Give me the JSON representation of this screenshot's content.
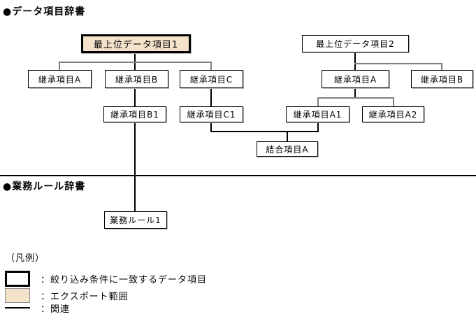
{
  "sections": {
    "data_item_dictionary_title": "●データ項目辞書",
    "business_rule_dictionary_title": "●業務ルール辞書"
  },
  "diagram": {
    "nodes": {
      "top1": "最上位データ項目1",
      "left_inherit_a": "継承項目A",
      "left_inherit_b": "継承項目B",
      "left_inherit_c": "継承項目C",
      "left_inherit_b1": "継承項目B1",
      "left_inherit_c1": "継承項目C1",
      "top2": "最上位データ項目2",
      "right_inherit_a": "継承項目A",
      "right_inherit_b": "継承項目B",
      "right_inherit_a1": "継承項目A1",
      "right_inherit_a2": "継承項目A2",
      "join_a": "結合項目A",
      "business_rule_1": "業務ルール1"
    },
    "colors": {
      "export_range_fill": "#F4E2CB",
      "highlight_border": "#000000",
      "connector_black": "#000000",
      "connector_gray": "#808080"
    }
  },
  "legend": {
    "title": "（凡例）",
    "items": [
      {
        "label": "：絞り込み条件に一致するデータ項目"
      },
      {
        "label": "：エクスポート範囲"
      },
      {
        "label": "：関連"
      }
    ]
  }
}
